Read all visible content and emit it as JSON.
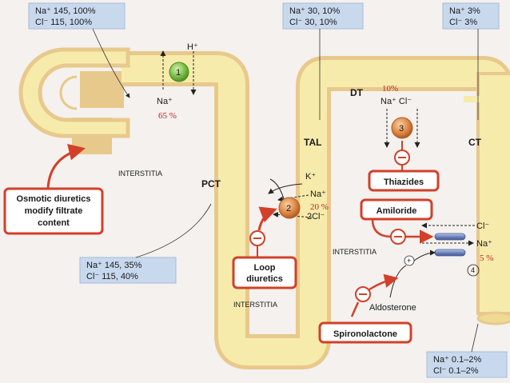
{
  "conc_boxes": {
    "glomerulus": {
      "na": "Na⁺  145, 100%",
      "cl": "Cl⁻   115, 100%"
    },
    "tal_top": {
      "na": "Na⁺  30, 10%",
      "cl": "Cl⁻   30, 10%"
    },
    "ct_top": {
      "na": "Na⁺  3%",
      "cl": "Cl⁻   3%"
    },
    "pct": {
      "na": "Na⁺  145, 35%",
      "cl": "Cl⁻   115, 40%"
    },
    "ct_bottom": {
      "na": "Na⁺  0.1–2%",
      "cl": "Cl⁻   0.1–2%"
    }
  },
  "segments": {
    "pct": "PCT",
    "tal": "TAL",
    "dt": "DT",
    "ct": "CT"
  },
  "interstitia": {
    "left": "INTERSTITIA",
    "right": "INTERSTITIA",
    "bottom": "INTERSTITIA"
  },
  "transporters": {
    "t1": {
      "num": "1",
      "h": "H⁺",
      "na": "Na⁺",
      "pct_note": "65 %"
    },
    "t2": {
      "num": "2",
      "k": "K⁺",
      "na": "Na⁺",
      "cl": "2Cl⁻",
      "pct_note": "20 %"
    },
    "t3": {
      "num": "3",
      "ions": "Na⁺  Cl⁻",
      "pct_note": "10%"
    },
    "t4": {
      "num": "4",
      "cl": "Cl⁻",
      "na": "Na⁺",
      "pct_note": "5 %"
    }
  },
  "drugs": {
    "osmotic": [
      "Osmotic diuretics",
      "modify filtrate",
      "content"
    ],
    "loop": [
      "Loop",
      "diuretics"
    ],
    "thiazides": "Thiazides",
    "amiloride": "Amiloride",
    "spironolactone": "Spironolactone",
    "aldosterone": "Aldosterone"
  },
  "colors": {
    "tubule_fill": "#f7ebab",
    "tubule_edge": "#e8c98c",
    "box_fill": "#c8d9ee",
    "drug_border": "#d2402a",
    "arrow_red": "#d2402a",
    "transporter_green": "#7cc04a",
    "transporter_orange": "#e08a48"
  }
}
